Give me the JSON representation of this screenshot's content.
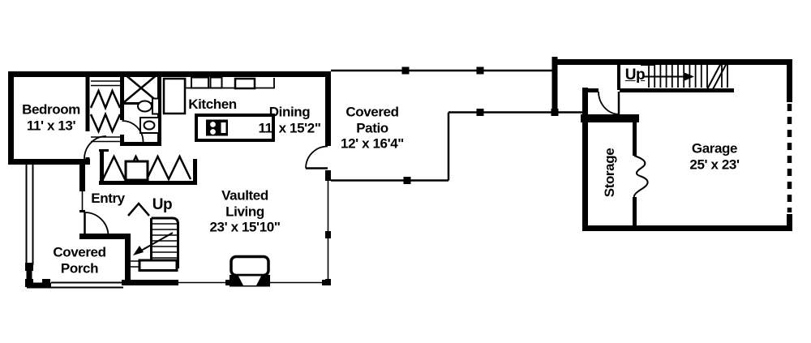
{
  "title": "Floor plan",
  "colors": {
    "line": "#000000",
    "background": "#ffffff",
    "text": "#000000"
  },
  "rooms": [
    {
      "id": "bedroom",
      "name": "Bedroom",
      "dims": "11' x 13'"
    },
    {
      "id": "kitchen",
      "name": "Kitchen",
      "dims": ""
    },
    {
      "id": "dining",
      "name": "Dining",
      "dims": "11' x 15'2\""
    },
    {
      "id": "covered-patio",
      "name": "Covered Patio",
      "dims": "12' x 16'4\""
    },
    {
      "id": "vaulted-living",
      "name": "Vaulted Living",
      "dims": "23' x 15'10\""
    },
    {
      "id": "entry",
      "name": "Entry",
      "dims": ""
    },
    {
      "id": "covered-porch",
      "name": "Covered Porch",
      "dims": ""
    },
    {
      "id": "garage",
      "name": "Garage",
      "dims": "25' x 23'"
    },
    {
      "id": "storage",
      "name": "Storage",
      "dims": ""
    }
  ],
  "stairs": {
    "main_label": "Up",
    "garage_label": "Up"
  }
}
